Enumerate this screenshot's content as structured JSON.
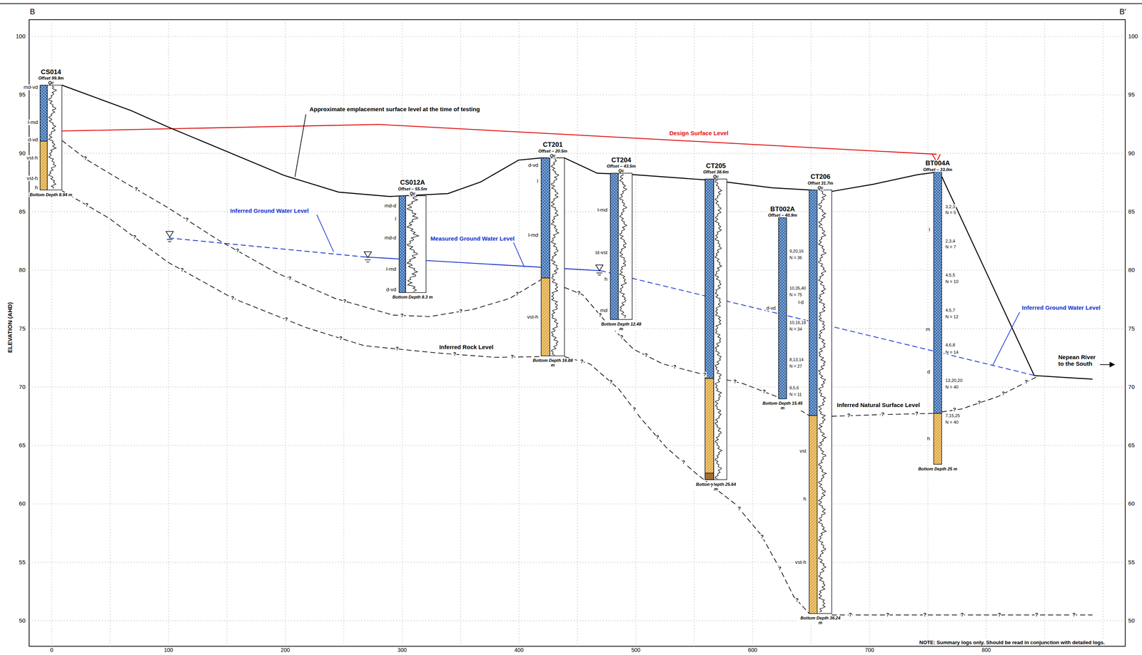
{
  "diagram": {
    "nodes": [
      {
        "text": [
          "CS014",
          "Offset 99.9m",
          "Qc",
          "Bottom Depth 8.94 m"
        ]
      },
      {
        "text": [
          "CS012A",
          "Offset – 55.5m",
          "Qc",
          "Bottom Depth 8.3 m"
        ]
      },
      {
        "text": [
          "CT201",
          "Offset – 20.5m",
          "Qc",
          "Bottom Depth 16.88 m"
        ]
      },
      {
        "text": [
          "CT204",
          "Offset – 43.5m",
          "Qc",
          "Bottom Depth 12.48 m"
        ]
      },
      {
        "text": [
          "CT205",
          "Offset 38.6m",
          "Qc",
          "Bottom Depth 25.64 m"
        ]
      },
      {
        "text": [
          "BT002A",
          "Offset – 40.9m",
          "Bottom Depth 15.45 m"
        ]
      },
      {
        "text": [
          "CT206",
          "Offset 31.7m",
          "Qc",
          "Bottom Depth 36.24 m"
        ]
      },
      {
        "text": [
          "BT004A",
          "Offset – 33.0m",
          "Bottom Depth 25 m"
        ]
      }
    ],
    "labels": [
      "B",
      "B′",
      "100",
      "95",
      "90",
      "85",
      "80",
      "75",
      "70",
      "65",
      "60",
      "55",
      "50",
      "100",
      "95",
      "90",
      "85",
      "80",
      "75",
      "70",
      "65",
      "60",
      "55",
      "50",
      "0",
      "100",
      "200",
      "300",
      "400",
      "500",
      "600",
      "700",
      "800",
      "ELEVATION (AHD)",
      "Approximate emplacement surface level at the time of testing",
      "Design Surface Level",
      "Inferred Ground Water Level",
      "Measured Ground Water Level",
      "Inferred Ground Water Level",
      "Inferred Rock Level",
      "Inferred Natural Surface Level",
      "Nepean River to the South",
      "NOTE: Summary logs only. Should be read in conjunction with detailed logs.",
      "md-vd",
      "l-md",
      "d-vd",
      "vst-h",
      "vst-h",
      "h",
      "md-d",
      "l",
      "md-d",
      "l-md",
      "d-vd",
      "d-vd",
      "l",
      "l-md",
      "vst-h",
      "l-md",
      "st-vst",
      "h",
      "md",
      "9,20,16",
      "N = 36",
      "10,35,40",
      "N = 75",
      "l-d",
      "d-vd",
      "10,16,18",
      "N = 34",
      "8,13,14",
      "N = 27",
      "8,5,6",
      "N = 11",
      "vst",
      "h",
      "vst-h",
      "3,2,3",
      "N = 5",
      "l",
      "2,3,4",
      "N = 7",
      "4,5,5",
      "N = 10",
      "4,5,7",
      "N = 12",
      "m",
      "4,6,8",
      "N = 14",
      "13,20,20",
      "N = 40",
      "d",
      "7,15,25",
      "N = 40",
      "h",
      "?",
      "?",
      "?",
      "?",
      "?",
      "?",
      "?",
      "?",
      "?",
      "?",
      "?",
      "?",
      "?",
      "?",
      "?",
      "?",
      "?",
      "?",
      "?",
      "?",
      "?",
      "?",
      "?",
      "?",
      "?",
      "?",
      "?",
      "?",
      "?",
      "?",
      "?",
      "?",
      "?",
      "?",
      "?",
      "?",
      "?",
      "?",
      "?",
      "?",
      "?",
      "?",
      "?",
      "?",
      "?",
      "?",
      "?",
      "?",
      "?",
      "?"
    ]
  }
}
